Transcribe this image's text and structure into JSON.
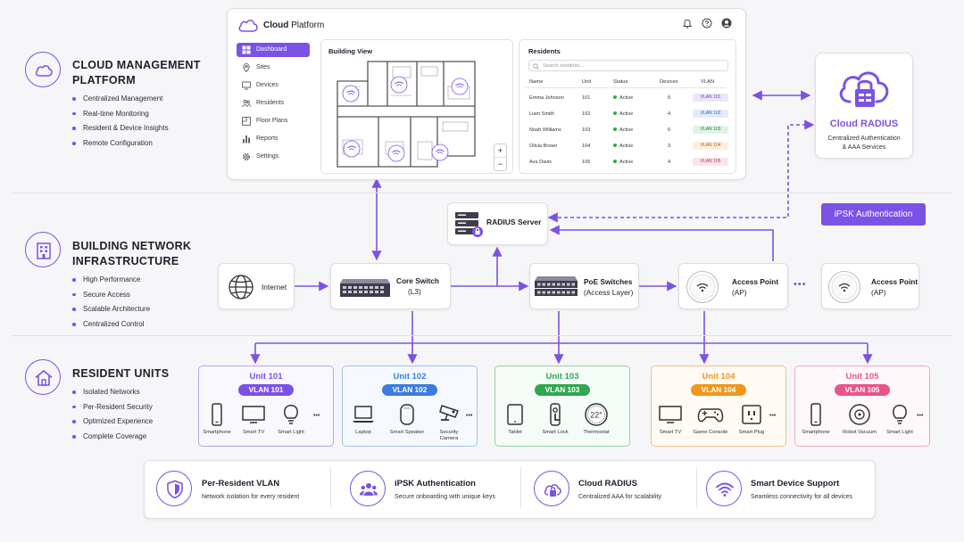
{
  "sections": {
    "cloud": {
      "title_line1": "CLOUD MANAGEMENT",
      "title_line2": "PLATFORM",
      "items": [
        "Centralized Management",
        "Real-time Monitoring",
        "Resident & Device Insights",
        "Remote Configuration"
      ]
    },
    "building": {
      "title_line1": "BUILDING NETWORK",
      "title_line2": "INFRASTRUCTURE",
      "items": [
        "High Performance",
        "Secure Access",
        "Scalable Architecture",
        "Centralized Control"
      ]
    },
    "resident": {
      "title": "RESIDENT UNITS",
      "items": [
        "Isolated Networks",
        "Per-Resident Security",
        "Optimized Experience",
        "Complete Coverage"
      ]
    }
  },
  "platform": {
    "title_bold": "Cloud",
    "title_rest": " Platform",
    "nav": [
      {
        "label": "Dashboard",
        "icon": "grid-icon",
        "active": true
      },
      {
        "label": "Sites",
        "icon": "pin-icon"
      },
      {
        "label": "Devices",
        "icon": "monitor-icon"
      },
      {
        "label": "Residents",
        "icon": "people-icon"
      },
      {
        "label": "Floor Plans",
        "icon": "floorplan-icon"
      },
      {
        "label": "Reports",
        "icon": "bar-chart-icon"
      },
      {
        "label": "Settings",
        "icon": "gear-icon"
      }
    ],
    "building_view": {
      "title": "Building View",
      "zoom_in": "+",
      "zoom_out": "−"
    },
    "residents": {
      "title": "Residents",
      "search_placeholder": "Search residents...",
      "columns": [
        "Name",
        "Unit",
        "Status",
        "Devices",
        "VLAN"
      ],
      "rows": [
        {
          "name": "Emma Johnson",
          "unit": "101",
          "status": "Active",
          "devices": "5",
          "vlan": "VLAN 101"
        },
        {
          "name": "Liam Smith",
          "unit": "102",
          "status": "Active",
          "devices": "4",
          "vlan": "VLAN 102"
        },
        {
          "name": "Noah Williams",
          "unit": "103",
          "status": "Active",
          "devices": "6",
          "vlan": "VLAN 103"
        },
        {
          "name": "Olivia Brown",
          "unit": "104",
          "status": "Active",
          "devices": "3",
          "vlan": "VLAN 104"
        },
        {
          "name": "Ava Davis",
          "unit": "105",
          "status": "Active",
          "devices": "4",
          "vlan": "VLAN 105"
        }
      ]
    }
  },
  "cloud_radius": {
    "title": "Cloud RADIUS",
    "desc_line1": "Centralized Authentication",
    "desc_line2": "& AAA Services"
  },
  "ipsk_badge": "iPSK Authentication",
  "network": {
    "radius_server": "RADIUS Server",
    "internet": "Internet",
    "core_switch": {
      "line1": "Core Switch",
      "line2": "(L3)"
    },
    "poe_switches": {
      "line1": "PoE Switches",
      "line2": "(Access Layer)"
    },
    "ap1": {
      "line1": "Access Point",
      "line2": "(AP)"
    },
    "ap2": {
      "line1": "Access Point",
      "line2": "(AP)"
    },
    "more": "•••"
  },
  "units": [
    {
      "title": "Unit 101",
      "vlan": "VLAN 101",
      "color": "#7b52e6",
      "bg": "#f8f5ff",
      "devices": [
        "Smartphone",
        "Smart TV",
        "Smart Light"
      ]
    },
    {
      "title": "Unit 102",
      "vlan": "VLAN 102",
      "color": "#3b7ddd",
      "bg": "#f3f8ff",
      "devices": [
        "Laptop",
        "Smart Speaker",
        "Security Camera"
      ]
    },
    {
      "title": "Unit 103",
      "vlan": "VLAN 103",
      "color": "#2fa84f",
      "bg": "#f4fbf5",
      "devices": [
        "Tablet",
        "Smart Lock",
        "Thermostat"
      ]
    },
    {
      "title": "Unit 104",
      "vlan": "VLAN 104",
      "color": "#f0961c",
      "bg": "#fffaf2",
      "devices": [
        "Smart TV",
        "Game Console",
        "Smart Plug"
      ]
    },
    {
      "title": "Unit 105",
      "vlan": "VLAN 105",
      "color": "#e8558a",
      "bg": "#fff6f9",
      "devices": [
        "Smartphone",
        "Robot Vacuum",
        "Smart Light"
      ]
    }
  ],
  "thermostat_reading": "22°",
  "more_dots": "•••",
  "features": [
    {
      "title": "Per-Resident VLAN",
      "desc": "Network isolation for every resident",
      "icon": "shield-icon"
    },
    {
      "title": "iPSK Authentication",
      "desc": "Secure onboarding with unique keys",
      "icon": "group-icon"
    },
    {
      "title": "Cloud RADIUS",
      "desc": "Centralized AAA for scalability",
      "icon": "cloud-lock-icon"
    },
    {
      "title": "Smart Device Support",
      "desc": "Seamless connectivity for all devices",
      "icon": "wifi-icon"
    }
  ],
  "colors": {
    "accent": "#7b52e6",
    "vlan101": "#7b52e6",
    "vlan102": "#3b7ddd",
    "vlan103": "#2fa84f",
    "vlan104": "#f0961c",
    "vlan105": "#e8558a"
  }
}
